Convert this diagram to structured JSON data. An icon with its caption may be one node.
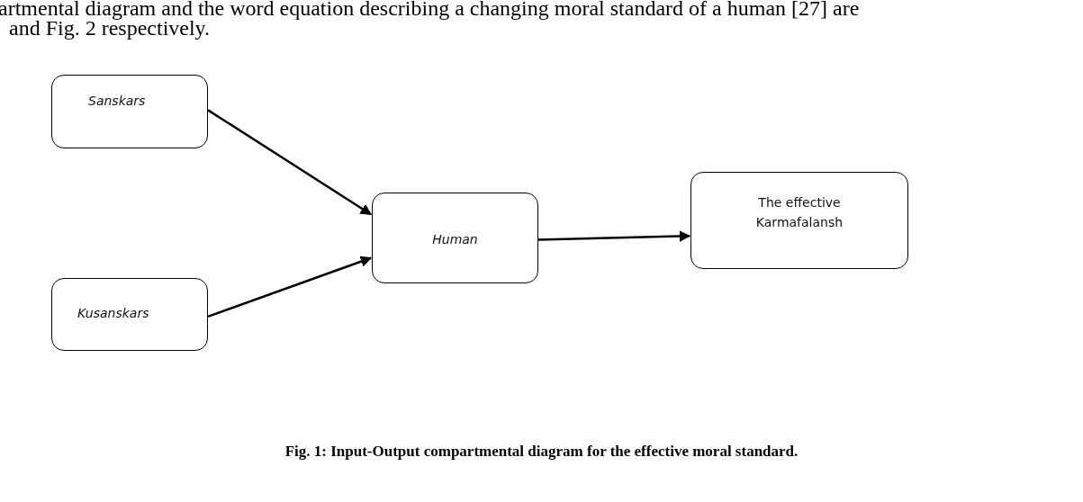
{
  "diagram": {
    "caption": "Fig. 1: Input-Output compartmental diagram for the effective moral standard.",
    "nodes": [
      {
        "text": [
          "Sanskars"
        ]
      },
      {
        "text": [
          "Kusanskars"
        ]
      },
      {
        "text": [
          "Human"
        ]
      },
      {
        "text": [
          "The effective Karmafalansh"
        ]
      }
    ],
    "edges": [
      {
        "from": 0,
        "to": 2,
        "arrow": "to"
      },
      {
        "from": 1,
        "to": 2,
        "arrow": "to"
      },
      {
        "from": 2,
        "to": 3,
        "arrow": "to"
      }
    ],
    "labels": [
      "artmental diagram and the word equation describing a changing moral standard of a human [27] are",
      "and Fig. 2 respectively."
    ]
  }
}
